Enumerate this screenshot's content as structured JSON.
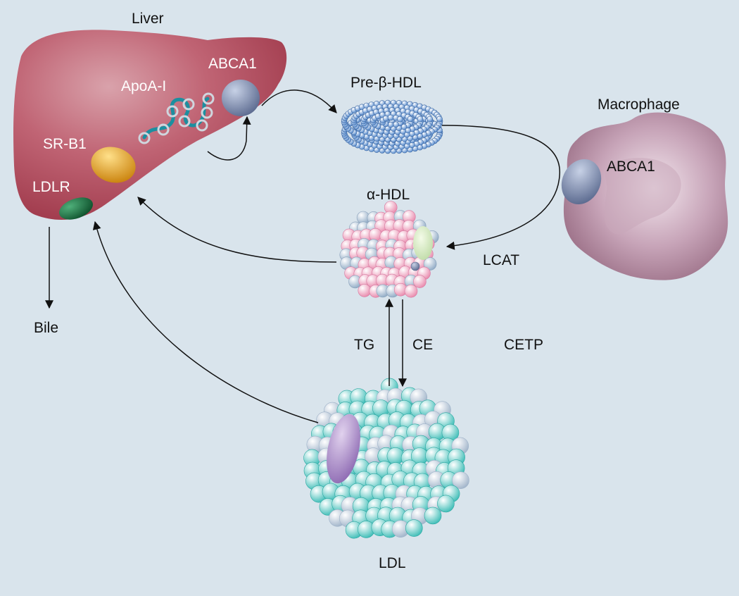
{
  "labels": {
    "liver": "Liver",
    "abca1_liver": "ABCA1",
    "apoa1": "ApoA-I",
    "srb1": "SR-B1",
    "ldlr": "LDLR",
    "bile": "Bile",
    "pre_beta_hdl": "Pre-β-HDL",
    "macrophage": "Macrophage",
    "abca1_macrophage": "ABCA1",
    "alpha_hdl": "α-HDL",
    "lcat": "LCAT",
    "tg": "TG",
    "ce": "CE",
    "cetp": "CETP",
    "ldl": "LDL"
  },
  "colors": {
    "background": "#d9e4ec",
    "liver": "#b04a5a",
    "macrophage": "#a87f96",
    "abca1": "#7d8db0",
    "srb1": "#e2a11c",
    "ldlr": "#136b3c",
    "apoa1_ribbon": "#1c8fa0",
    "pre_beta_hdl": "#5b8fd0",
    "alpha_hdl": "#f0a3c0",
    "ldl": "#7fd4cf",
    "ldl_apob": "#a889c2"
  }
}
